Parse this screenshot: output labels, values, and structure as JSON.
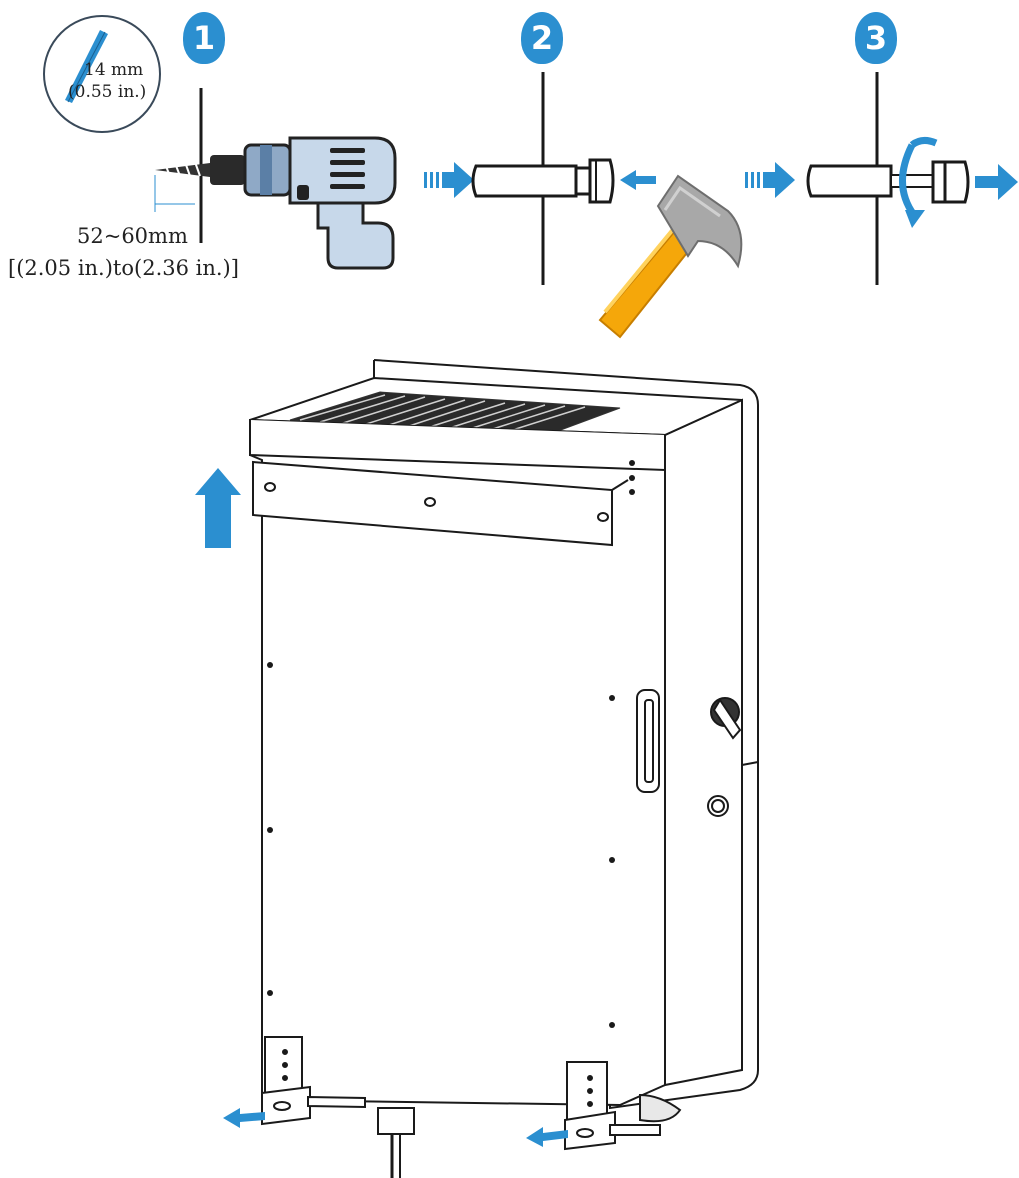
{
  "colors": {
    "accent_blue": "#2b8fd0",
    "hammer_handle": "#f5a70a",
    "hammer_head": "#a8a8a8",
    "drill_body": "#5b7fa6",
    "line": "#1a1a1a"
  },
  "steps": [
    {
      "number": "1"
    },
    {
      "number": "2"
    },
    {
      "number": "3"
    }
  ],
  "drill_bit": {
    "diameter_mm": "14 mm",
    "diameter_in": "(0.55 in.)"
  },
  "depth": {
    "mm": "52~60mm",
    "inches": "[(2.05 in.)to(2.36 in.)]"
  }
}
